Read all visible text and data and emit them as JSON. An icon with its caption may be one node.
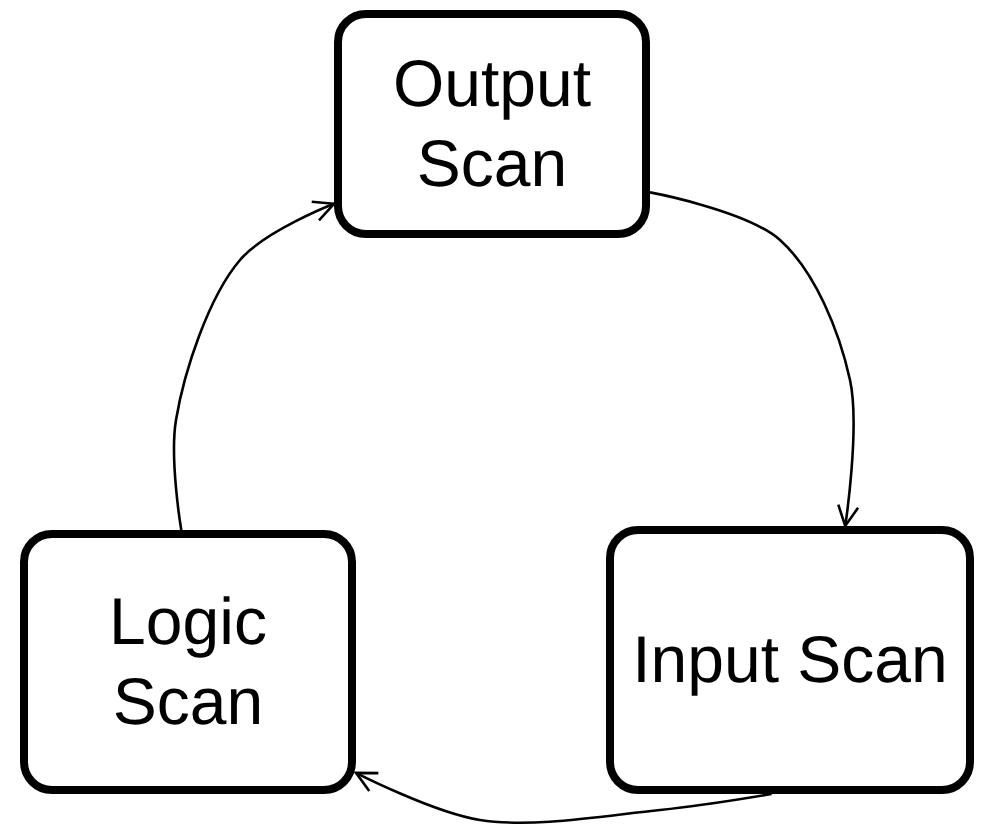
{
  "diagram": {
    "nodes": [
      {
        "text": [
          "Output Scan"
        ]
      },
      {
        "text": [
          "Input Scan"
        ]
      },
      {
        "text": [
          "Logic Scan"
        ]
      }
    ],
    "edges": [
      {
        "from": 0,
        "to": 1,
        "arrow": "to"
      },
      {
        "from": 1,
        "to": 2,
        "arrow": "to"
      },
      {
        "from": 2,
        "to": 0,
        "arrow": "to"
      }
    ]
  }
}
